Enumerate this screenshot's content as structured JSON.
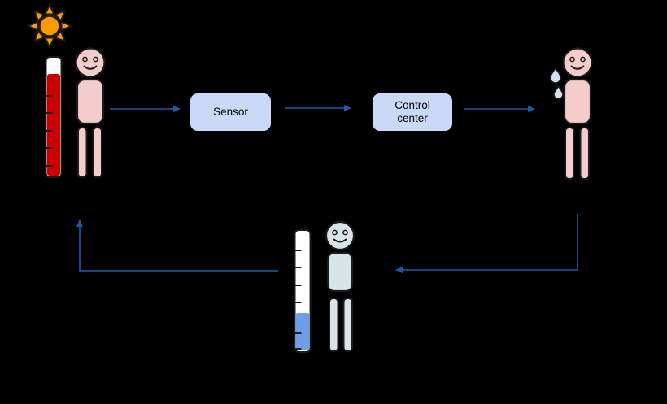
{
  "diagram": {
    "kind": "negative-feedback thermoregulation loop",
    "boxes": {
      "sensor": {
        "label": "Sensor"
      },
      "control_center": {
        "label": "Control center"
      }
    },
    "icons": {
      "sun": "sun-icon",
      "hot_thermometer": "thermometer-high-icon",
      "cold_thermometer": "thermometer-low-icon",
      "sweat_drops": "sweat-drops-icon",
      "warm_person": "person-figure",
      "sweating_person": "person-figure",
      "cool_person": "person-figure",
      "arrows": "flow-arrow"
    }
  },
  "colors": {
    "background": "#000000",
    "sun": "#ff9900",
    "outline": "#1c1c1c",
    "thermometer_tube": "#ffffff",
    "thermometer_hot": "#cc0000",
    "thermometer_cold": "#6d9eeb",
    "person_warm": "#f4cccc",
    "person_cool": "#d9e4e6",
    "sweat_drop": "#cfe2f3",
    "box_fill": "#c9daf8",
    "box_border": "#000000",
    "arrow": "#1e5aa8"
  }
}
